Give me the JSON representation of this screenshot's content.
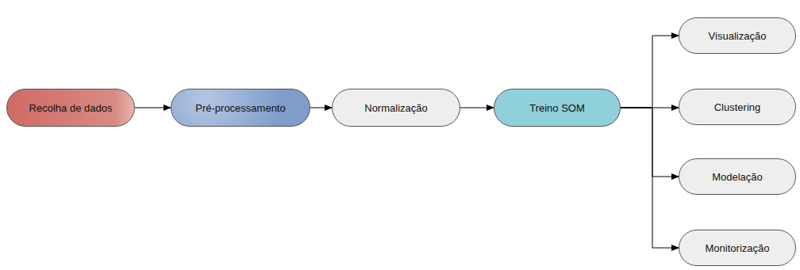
{
  "diagram": {
    "nodes": [
      {
        "text": [
          "Recolha de dados"
        ]
      },
      {
        "text": [
          "Pré-processamento"
        ]
      },
      {
        "text": [
          "Normalização"
        ]
      },
      {
        "text": [
          "Treino SOM"
        ]
      },
      {
        "text": [
          "Visualização"
        ]
      },
      {
        "text": [
          "Clustering"
        ]
      },
      {
        "text": [
          "Modelação"
        ]
      },
      {
        "text": [
          "Monitorização"
        ]
      }
    ],
    "edges": [
      {
        "from": 0,
        "to": 1,
        "arrow": "to"
      },
      {
        "from": 1,
        "to": 2,
        "arrow": "to"
      },
      {
        "from": 2,
        "to": 3,
        "arrow": "to"
      },
      {
        "from": 3,
        "to": 4,
        "arrow": "to"
      },
      {
        "from": 3,
        "to": 5,
        "arrow": "to"
      },
      {
        "from": 3,
        "to": 6,
        "arrow": "to"
      },
      {
        "from": 3,
        "to": 7,
        "arrow": "to"
      }
    ]
  }
}
